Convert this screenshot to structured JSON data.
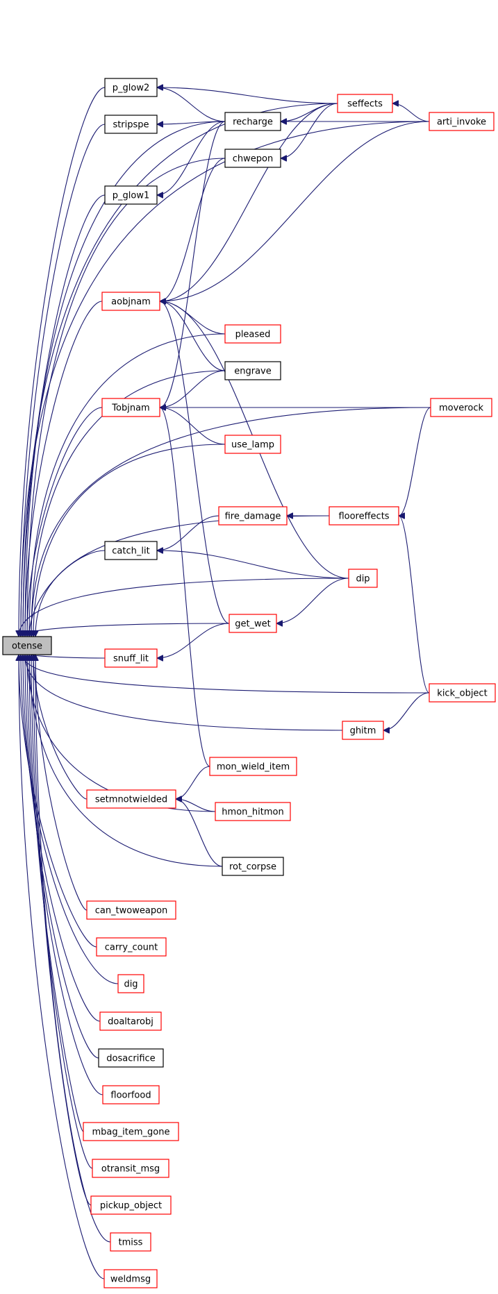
{
  "graph": {
    "colors": {
      "edge": "#191970",
      "node_black": "#000000",
      "node_red": "#ff0000",
      "root_fill": "#bfbfbf",
      "fill": "#ffffff"
    },
    "nodes": [
      {
        "id": "otense",
        "label": "otense",
        "style": "root"
      },
      {
        "id": "p_glow2",
        "label": "p_glow2",
        "style": "black"
      },
      {
        "id": "stripspe",
        "label": "stripspe",
        "style": "black"
      },
      {
        "id": "p_glow1",
        "label": "p_glow1",
        "style": "black"
      },
      {
        "id": "aobjnam",
        "label": "aobjnam",
        "style": "red"
      },
      {
        "id": "Tobjnam",
        "label": "Tobjnam",
        "style": "red"
      },
      {
        "id": "catch_lit",
        "label": "catch_lit",
        "style": "black"
      },
      {
        "id": "snuff_lit",
        "label": "snuff_lit",
        "style": "red"
      },
      {
        "id": "setmnotwielded",
        "label": "setmnotwielded",
        "style": "red"
      },
      {
        "id": "can_twoweapon",
        "label": "can_twoweapon",
        "style": "red"
      },
      {
        "id": "carry_count",
        "label": "carry_count",
        "style": "red"
      },
      {
        "id": "dig",
        "label": "dig",
        "style": "red"
      },
      {
        "id": "doaltarobj",
        "label": "doaltarobj",
        "style": "red"
      },
      {
        "id": "dosacrifice",
        "label": "dosacrifice",
        "style": "black"
      },
      {
        "id": "floorfood",
        "label": "floorfood",
        "style": "red"
      },
      {
        "id": "mbag_item_gone",
        "label": "mbag_item_gone",
        "style": "red"
      },
      {
        "id": "otransit_msg",
        "label": "otransit_msg",
        "style": "red"
      },
      {
        "id": "pickup_object",
        "label": "pickup_object",
        "style": "red"
      },
      {
        "id": "tmiss",
        "label": "tmiss",
        "style": "red"
      },
      {
        "id": "weldmsg",
        "label": "weldmsg",
        "style": "red"
      },
      {
        "id": "recharge",
        "label": "recharge",
        "style": "black"
      },
      {
        "id": "chwepon",
        "label": "chwepon",
        "style": "black"
      },
      {
        "id": "pleased",
        "label": "pleased",
        "style": "red"
      },
      {
        "id": "engrave",
        "label": "engrave",
        "style": "black"
      },
      {
        "id": "use_lamp",
        "label": "use_lamp",
        "style": "red"
      },
      {
        "id": "fire_damage",
        "label": "fire_damage",
        "style": "red"
      },
      {
        "id": "get_wet",
        "label": "get_wet",
        "style": "red"
      },
      {
        "id": "mon_wield_item",
        "label": "mon_wield_item",
        "style": "red"
      },
      {
        "id": "hmon_hitmon",
        "label": "hmon_hitmon",
        "style": "red"
      },
      {
        "id": "rot_corpse",
        "label": "rot_corpse",
        "style": "black"
      },
      {
        "id": "seffects",
        "label": "seffects",
        "style": "red"
      },
      {
        "id": "flooreffects",
        "label": "flooreffects",
        "style": "red"
      },
      {
        "id": "dip",
        "label": "dip",
        "style": "red"
      },
      {
        "id": "ghitm",
        "label": "ghitm",
        "style": "red"
      },
      {
        "id": "arti_invoke",
        "label": "arti_invoke",
        "style": "red"
      },
      {
        "id": "moverock",
        "label": "moverock",
        "style": "red"
      },
      {
        "id": "kick_object",
        "label": "kick_object",
        "style": "red"
      }
    ],
    "edges": [
      {
        "from": "p_glow2",
        "to": "otense"
      },
      {
        "from": "stripspe",
        "to": "otense"
      },
      {
        "from": "p_glow1",
        "to": "otense"
      },
      {
        "from": "aobjnam",
        "to": "otense"
      },
      {
        "from": "Tobjnam",
        "to": "otense"
      },
      {
        "from": "catch_lit",
        "to": "otense"
      },
      {
        "from": "snuff_lit",
        "to": "otense"
      },
      {
        "from": "setmnotwielded",
        "to": "otense"
      },
      {
        "from": "can_twoweapon",
        "to": "otense"
      },
      {
        "from": "carry_count",
        "to": "otense"
      },
      {
        "from": "dig",
        "to": "otense"
      },
      {
        "from": "doaltarobj",
        "to": "otense"
      },
      {
        "from": "dosacrifice",
        "to": "otense"
      },
      {
        "from": "floorfood",
        "to": "otense"
      },
      {
        "from": "mbag_item_gone",
        "to": "otense"
      },
      {
        "from": "otransit_msg",
        "to": "otense"
      },
      {
        "from": "pickup_object",
        "to": "otense"
      },
      {
        "from": "tmiss",
        "to": "otense"
      },
      {
        "from": "weldmsg",
        "to": "otense"
      },
      {
        "from": "arti_invoke",
        "to": "otense"
      },
      {
        "from": "seffects",
        "to": "otense"
      },
      {
        "from": "recharge",
        "to": "otense"
      },
      {
        "from": "chwepon",
        "to": "otense"
      },
      {
        "from": "pleased",
        "to": "otense"
      },
      {
        "from": "engrave",
        "to": "otense"
      },
      {
        "from": "use_lamp",
        "to": "otense"
      },
      {
        "from": "flooreffects",
        "to": "otense"
      },
      {
        "from": "dip",
        "to": "otense"
      },
      {
        "from": "get_wet",
        "to": "otense"
      },
      {
        "from": "kick_object",
        "to": "otense"
      },
      {
        "from": "ghitm",
        "to": "otense"
      },
      {
        "from": "hmon_hitmon",
        "to": "otense"
      },
      {
        "from": "rot_corpse",
        "to": "otense"
      },
      {
        "from": "recharge",
        "to": "p_glow2"
      },
      {
        "from": "seffects",
        "to": "p_glow2"
      },
      {
        "from": "recharge",
        "to": "stripspe"
      },
      {
        "from": "recharge",
        "to": "p_glow1"
      },
      {
        "from": "seffects",
        "to": "recharge"
      },
      {
        "from": "arti_invoke",
        "to": "recharge"
      },
      {
        "from": "seffects",
        "to": "chwepon"
      },
      {
        "from": "arti_invoke",
        "to": "seffects"
      },
      {
        "from": "chwepon",
        "to": "aobjnam"
      },
      {
        "from": "seffects",
        "to": "aobjnam"
      },
      {
        "from": "arti_invoke",
        "to": "aobjnam"
      },
      {
        "from": "pleased",
        "to": "aobjnam"
      },
      {
        "from": "engrave",
        "to": "aobjnam"
      },
      {
        "from": "dip",
        "to": "aobjnam"
      },
      {
        "from": "get_wet",
        "to": "aobjnam"
      },
      {
        "from": "moverock",
        "to": "otense"
      },
      {
        "from": "recharge",
        "to": "Tobjnam"
      },
      {
        "from": "engrave",
        "to": "Tobjnam"
      },
      {
        "from": "use_lamp",
        "to": "Tobjnam"
      },
      {
        "from": "moverock",
        "to": "Tobjnam"
      },
      {
        "from": "mon_wield_item",
        "to": "Tobjnam"
      },
      {
        "from": "fire_damage",
        "to": "catch_lit"
      },
      {
        "from": "dip",
        "to": "catch_lit"
      },
      {
        "from": "get_wet",
        "to": "snuff_lit"
      },
      {
        "from": "flooreffects",
        "to": "fire_damage"
      },
      {
        "from": "fire_damage",
        "to": "flooreffects"
      },
      {
        "from": "moverock",
        "to": "flooreffects"
      },
      {
        "from": "kick_object",
        "to": "flooreffects"
      },
      {
        "from": "dip",
        "to": "get_wet"
      },
      {
        "from": "kick_object",
        "to": "ghitm"
      },
      {
        "from": "mon_wield_item",
        "to": "setmnotwielded"
      },
      {
        "from": "hmon_hitmon",
        "to": "setmnotwielded"
      },
      {
        "from": "rot_corpse",
        "to": "setmnotwielded"
      }
    ]
  }
}
